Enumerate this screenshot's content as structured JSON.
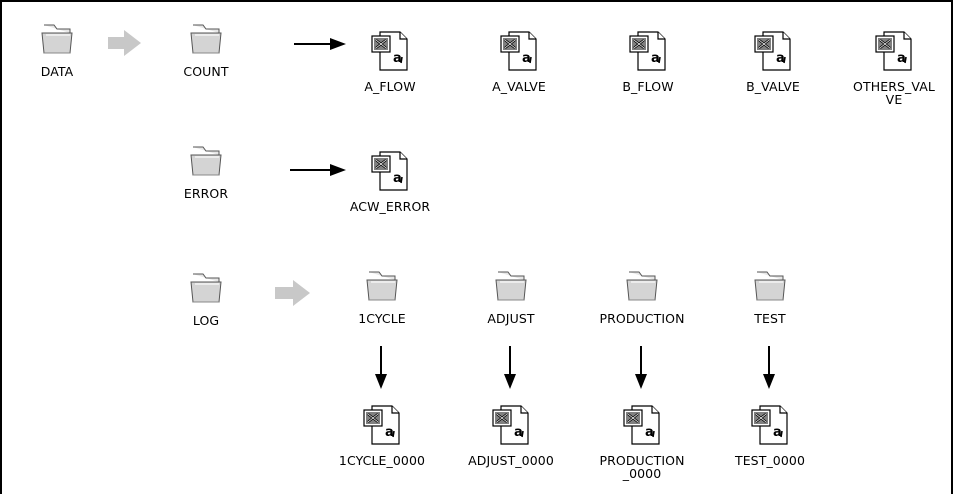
{
  "nodes": {
    "data": {
      "label": "DATA",
      "icon": "folder-icon"
    },
    "count": {
      "label": "COUNT",
      "icon": "folder-icon"
    },
    "error": {
      "label": "ERROR",
      "icon": "folder-icon"
    },
    "log": {
      "label": "LOG",
      "icon": "folder-icon"
    },
    "a_flow": {
      "label": "A_FLOW",
      "icon": "excel-file-icon"
    },
    "a_valve": {
      "label": "A_VALVE",
      "icon": "excel-file-icon"
    },
    "b_flow": {
      "label": "B_FLOW",
      "icon": "excel-file-icon"
    },
    "b_valve": {
      "label": "B_VALVE",
      "icon": "excel-file-icon"
    },
    "others_valve": {
      "label": "OTHERS_VAL\nVE",
      "icon": "excel-file-icon"
    },
    "acw_error": {
      "label": "ACW_ERROR",
      "icon": "excel-file-icon"
    },
    "cycle1": {
      "label": "1CYCLE",
      "icon": "folder-icon"
    },
    "adjust": {
      "label": "ADJUST",
      "icon": "folder-icon"
    },
    "production": {
      "label": "PRODUCTION",
      "icon": "folder-icon"
    },
    "test": {
      "label": "TEST",
      "icon": "folder-icon"
    },
    "cycle1_0000": {
      "label": "1CYCLE_0000",
      "icon": "excel-file-icon"
    },
    "adjust_0000": {
      "label": "ADJUST_0000",
      "icon": "excel-file-icon"
    },
    "production_0000": {
      "label": "PRODUCTION\n_0000",
      "icon": "excel-file-icon"
    },
    "test_0000": {
      "label": "TEST_0000",
      "icon": "excel-file-icon"
    }
  },
  "colors": {
    "arrow_black": "#000000",
    "arrow_gray": "#c8c8c8",
    "folder": "#d4d4d4"
  }
}
